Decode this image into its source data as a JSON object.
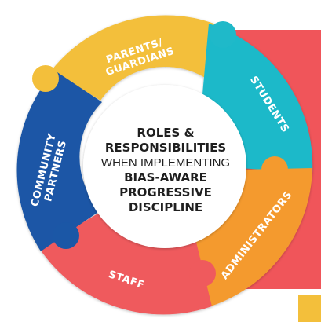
{
  "center": {
    "line1": "ROLES &",
    "line2": "RESPONSIBILITIES",
    "line3": "WHEN IMPLEMENTING",
    "line4": "BIAS-AWARE",
    "line5": "PROGRESSIVE",
    "line6": "DISCIPLINE"
  },
  "segments": {
    "parents_line1": "PARENTS/",
    "parents_line2": "GUARDIANS",
    "students": "STUDENTS",
    "administrators": "ADMINISTRATORS",
    "staff": "STAFF",
    "community_line1": "COMMUNITY",
    "community_line2": "PARTNERS"
  },
  "colors": {
    "parents": "#F3BF3B",
    "students": "#1FB9C9",
    "administrators": "#F49A2E",
    "staff": "#EF5A5D",
    "community": "#1B57A6",
    "background_banner": "#F0555A",
    "background_square": "#F3BF3B",
    "center_fill": "#FFFFFF"
  }
}
